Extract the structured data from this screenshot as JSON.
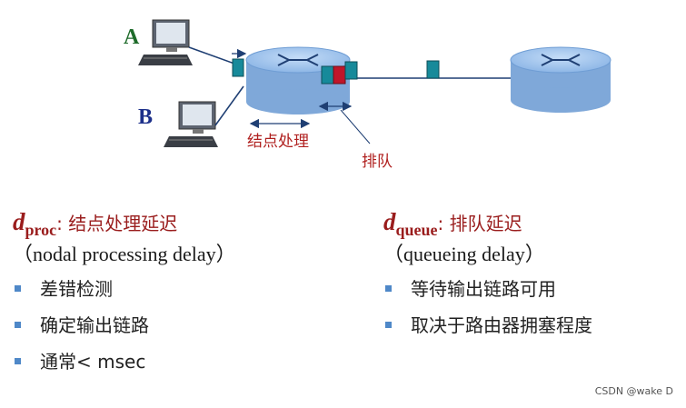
{
  "diagram": {
    "host_a_label": "A",
    "host_b_label": "B",
    "nodal_processing_label": "结点处理",
    "queueing_label": "排队",
    "colors": {
      "router_fill": "#9ec3ee",
      "router_stroke": "#6f9dd4",
      "link": "#1f3f73",
      "label_red": "#b0201f",
      "host_label_green": "#1e6b2a",
      "host_label_blue": "#1c2f8a",
      "buffer_teal": "#178a9a",
      "packet_red": "#c0162a"
    }
  },
  "left": {
    "symbol": "d",
    "subscript": "proc",
    "title": ": 结点处理延迟",
    "english": "（nodal processing delay）",
    "bullets": [
      "差错检测",
      "确定输出链路",
      "通常< msec"
    ]
  },
  "right": {
    "symbol": "d",
    "subscript": "queue",
    "title": ": 排队延迟",
    "english": "（queueing delay）",
    "bullets": [
      "等待输出链路可用",
      "取决于路由器拥塞程度"
    ]
  },
  "watermark": "CSDN @wake D"
}
